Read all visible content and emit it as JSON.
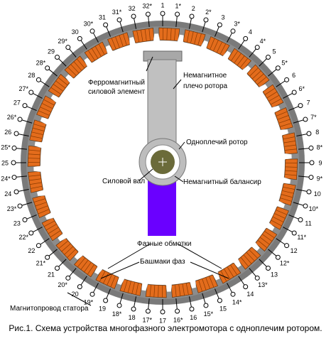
{
  "caption": "Рис.1. Схема устройства многофазного электромотора с однoплечим ротором.",
  "labels": {
    "ferro": [
      "Ферромагнитный",
      "силовой элемент"
    ],
    "arm": [
      "Немагнитное",
      "плечо ротора"
    ],
    "rotor": "Одноплечий ротор",
    "shaft": "Силовой вал",
    "balancer": "Немагнитный балансир",
    "windings": "Фазные обмотки",
    "shoes": "Башмаки фаз",
    "core": "Магнитопровод статора"
  },
  "phases": [
    "1",
    "1*",
    "2",
    "2*",
    "3",
    "3*",
    "4",
    "4*",
    "5",
    "5*",
    "6",
    "6*",
    "7",
    "7*",
    "8",
    "8*",
    "9",
    "9*",
    "10",
    "10*",
    "11",
    "11*",
    "12",
    "12*",
    "13",
    "13*",
    "14",
    "14*",
    "15",
    "15*",
    "16",
    "16*",
    "17",
    "17*",
    "18",
    "18*",
    "19",
    "19*",
    "20",
    "20*",
    "21",
    "21*",
    "22",
    "22*",
    "23",
    "23*",
    "24",
    "24*",
    "25",
    "25*",
    "26",
    "26*",
    "27",
    "27*",
    "28",
    "28*",
    "29",
    "29*",
    "30",
    "30*",
    "31",
    "31*",
    "32",
    "32*"
  ],
  "colors": {
    "stator": "#7a7a7a",
    "winding": "#e36c1c",
    "shoe": "#ffffff",
    "arm": "#c0c0c0",
    "balancer": "#6a00ff",
    "shaft": "#6b6b3a"
  }
}
